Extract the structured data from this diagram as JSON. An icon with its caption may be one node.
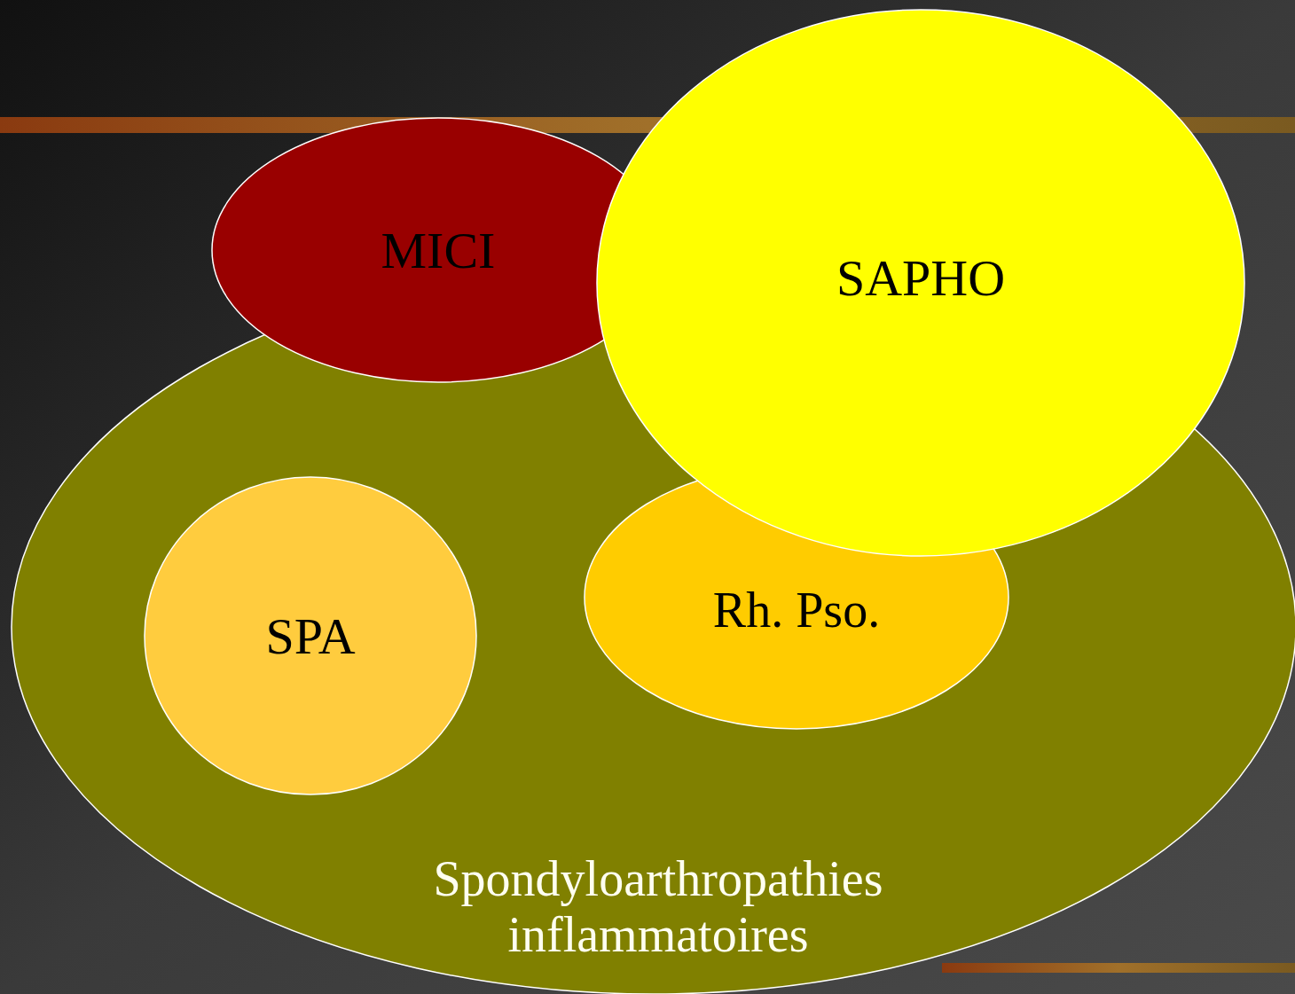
{
  "diagram": {
    "nodes": [
      {
        "text": [
          "Spondyloarthropathies inflammatoires"
        ]
      },
      {
        "text": [
          "MICI"
        ]
      },
      {
        "text": [
          "SAPHO"
        ]
      },
      {
        "text": [
          "SPA"
        ],
        "in": 0
      },
      {
        "text": [
          "Rh. Pso."
        ],
        "in": 0
      }
    ]
  }
}
